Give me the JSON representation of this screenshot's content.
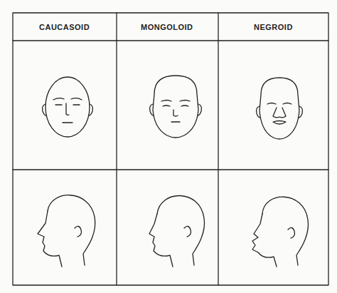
{
  "diagram": {
    "labels": [
      "CAUCASOID",
      "MONGOLOID",
      "NEGROID"
    ]
  }
}
